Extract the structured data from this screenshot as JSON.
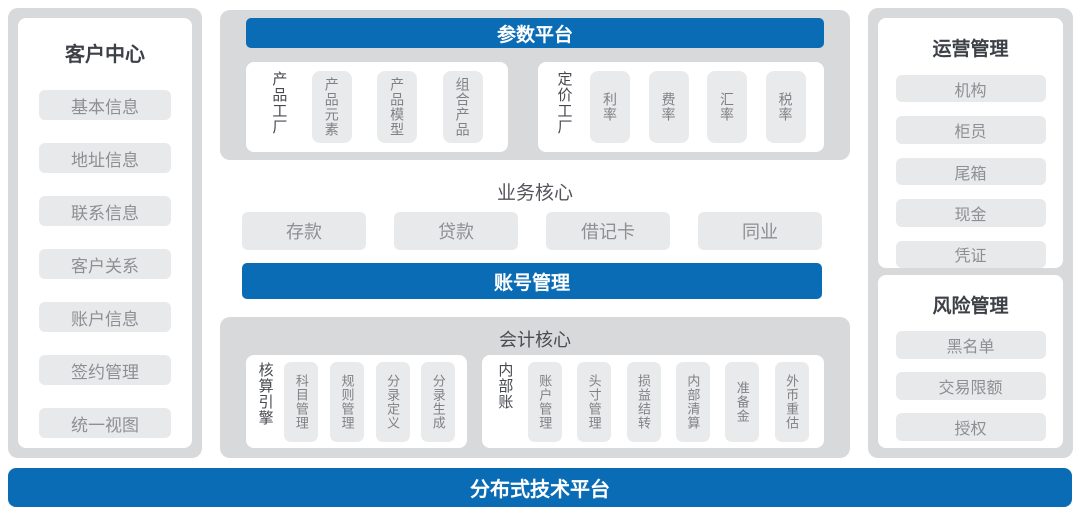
{
  "palette": {
    "accent_blue": "#0a6cb5",
    "panel_gray": "#d8d9da",
    "chip_gray": "#e8e9ea",
    "chip_text": "#8d8f93",
    "title_text": "#3d4046"
  },
  "left_panel": {
    "title": "客户中心",
    "items": [
      "基本信息",
      "地址信息",
      "联系信息",
      "客户关系",
      "账户信息",
      "签约管理",
      "统一视图"
    ]
  },
  "param_platform": {
    "title": "参数平台",
    "groups": [
      {
        "label": "产品工厂",
        "items": [
          "产品元素",
          "产品模型",
          "组合产品"
        ]
      },
      {
        "label": "定价工厂",
        "items": [
          "利率",
          "费率",
          "汇率",
          "税率"
        ]
      }
    ]
  },
  "business_core": {
    "title": "业务核心",
    "items": [
      "存款",
      "贷款",
      "借记卡",
      "同业"
    ]
  },
  "account_mgmt": {
    "title": "账号管理"
  },
  "accounting_core": {
    "title": "会计核心",
    "groups": [
      {
        "label": "核算引擎",
        "items": [
          "科目管理",
          "规则管理",
          "分录定义",
          "分录生成"
        ]
      },
      {
        "label": "内部账",
        "items": [
          "账户管理",
          "头寸管理",
          "损益结转",
          "内部清算",
          "准备金",
          "外币重估"
        ]
      }
    ]
  },
  "operations_panel": {
    "title": "运营管理",
    "items": [
      "机构",
      "柜员",
      "尾箱",
      "现金",
      "凭证"
    ]
  },
  "risk_panel": {
    "title": "风险管理",
    "items": [
      "黑名单",
      "交易限额",
      "授权"
    ]
  },
  "bottom_bar": {
    "title": "分布式技术平台"
  }
}
